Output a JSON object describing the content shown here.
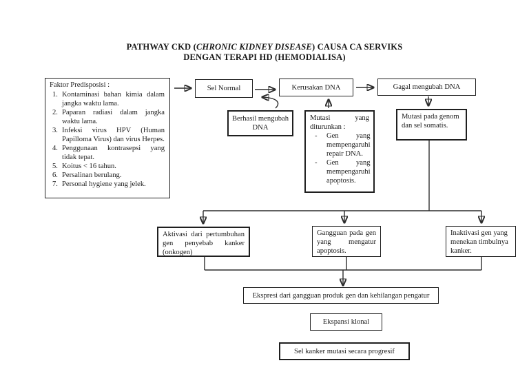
{
  "title": {
    "part1": "PATHWAY CKD (",
    "italic": "CHRONIC KIDNEY DISEASE",
    "part2": ") CAUSA CA SERVIKS",
    "line2": "DENGAN TERAPI HD (HEMODIALISA)"
  },
  "boxes": {
    "faktor": {
      "heading": "Faktor Predisposisi :",
      "numbers": [
        "1.",
        "2.",
        "3.",
        "4.",
        "5.",
        "6.",
        "7."
      ],
      "items": [
        "Kontaminasi bahan kimia dalam jangka waktu lama.",
        "Paparan radiasi dalam jangka waktu lama.",
        "Infeksi virus HPV (Human Papilloma Virus) dan virus Herpes.",
        "Penggunaan kontrasepsi yang tidak tepat.",
        "Koitus < 16 tahun.",
        "Persalinan berulang.",
        "Personal hygiene yang jelek."
      ]
    },
    "sel_normal": {
      "label": "Sel Normal"
    },
    "kerusakan_dna": {
      "label": "Kerusakan DNA"
    },
    "gagal_mengubah": {
      "label": "Gagal mengubah DNA"
    },
    "berhasil_mengubah": {
      "label": "Berhasil mengubah DNA"
    },
    "mutasi_diturunkan": {
      "heading": "Mutasi yang diturunkan :",
      "bullet": "-",
      "items": [
        "Gen yang mempengaruhi repair DNA.",
        "Gen yang mempengaruhi apoptosis."
      ]
    },
    "mutasi_genom": {
      "label": "Mutasi pada genom dan sel somatis."
    },
    "aktivasi": {
      "label": "Aktivasi dari pertumbuhan gen penyebab kanker (onkogen)"
    },
    "gangguan": {
      "label": "Gangguan pada gen yang mengatur apoptosis."
    },
    "inaktivasi": {
      "label": "Inaktivasi gen yang menekan timbulnya kanker."
    },
    "ekspresi": {
      "label": "Ekspresi dari gangguan produk gen dan kehilangan pengatur"
    },
    "ekspansi": {
      "label": "Ekspansi klonal"
    },
    "sel_kanker": {
      "label": "Sel kanker mutasi secara progresif"
    }
  },
  "colors": {
    "background": "#ffffff",
    "border": "#1f1f1f",
    "text": "#1a1a1a",
    "line": "#2d2d2d"
  }
}
